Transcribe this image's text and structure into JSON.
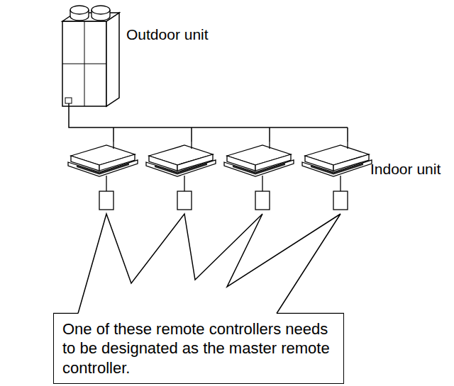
{
  "diagram": {
    "nodes": [
      {
        "text": [
          "One of these remote controllers needs to be designated as the master remote controller."
        ]
      }
    ],
    "labels": [
      "Outdoor unit",
      "Indoor unit"
    ]
  }
}
